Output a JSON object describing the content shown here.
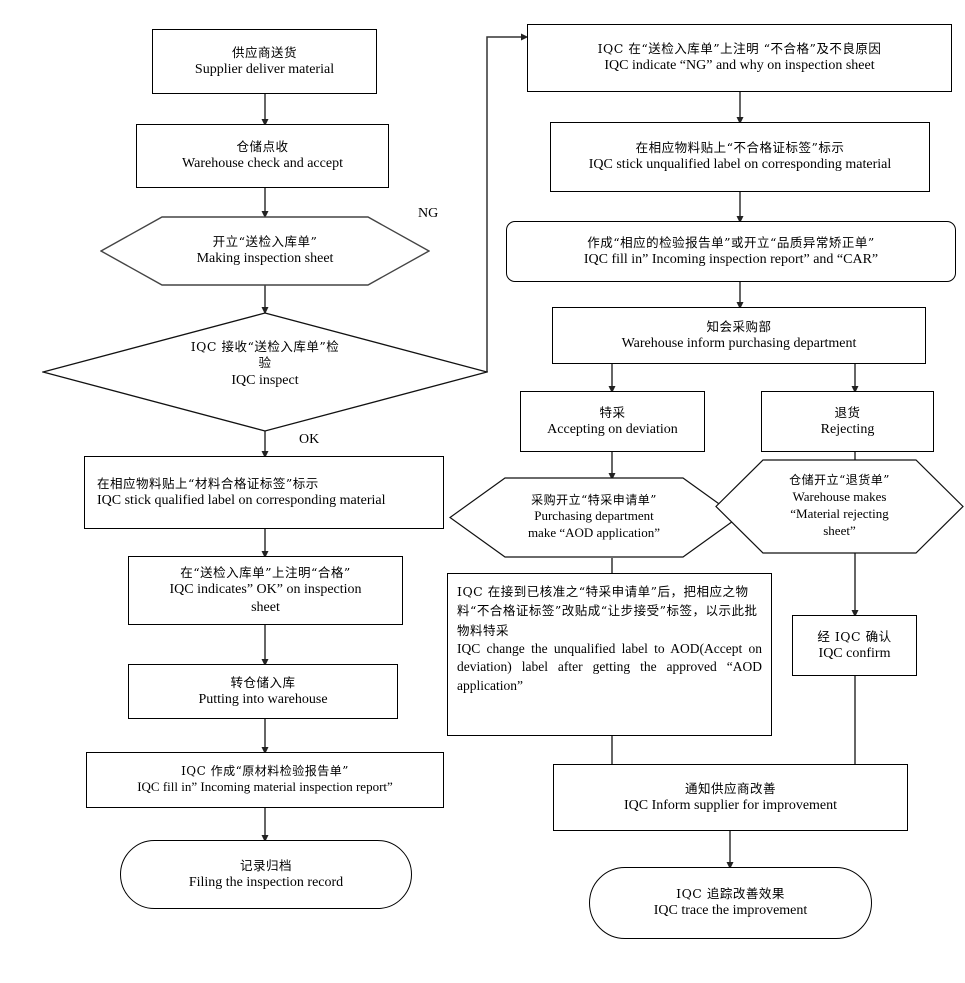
{
  "diagram": {
    "title": "IQC incoming material inspection flowchart",
    "type": "flowchart",
    "background": "#ffffff",
    "line_color": "#000000"
  },
  "edge_labels": {
    "ng": "NG",
    "ok": "OK"
  },
  "nodes": {
    "supplier_deliver": {
      "shape": "rect",
      "cn": "供应商送货",
      "en": "Supplier deliver material"
    },
    "warehouse_check": {
      "shape": "rect",
      "cn": "仓储点收",
      "en": "Warehouse check and accept"
    },
    "making_sheet": {
      "shape": "hexagon",
      "cn": "开立“送检入库单”",
      "en": "Making inspection sheet"
    },
    "iqc_inspect": {
      "shape": "diamond",
      "cn_line1": "IQC 接收“送检入库单”检",
      "cn_line2": "验",
      "en": "IQC inspect"
    },
    "stick_qualified": {
      "shape": "rect",
      "cn": "在相应物料贴上“材料合格证标签”标示",
      "en": "IQC stick qualified label on corresponding material"
    },
    "indicate_ok": {
      "shape": "rect",
      "cn": "在“送检入库单”上注明“合格”",
      "en_line1": "IQC indicates” OK” on inspection",
      "en_line2": "sheet"
    },
    "put_warehouse": {
      "shape": "rect",
      "cn": "转仓储入库",
      "en": "Putting into warehouse"
    },
    "fill_report": {
      "shape": "rect",
      "cn": "IQC 作成“原材料检验报告单”",
      "en": "IQC fill in” Incoming material inspection report”"
    },
    "filing_record": {
      "shape": "stadium",
      "cn": "记录归档",
      "en": "Filing the inspection record"
    },
    "indicate_ng": {
      "shape": "rect",
      "cn": "IQC 在“送检入库单”上注明 “不合格”及不良原因",
      "en": "IQC indicate “NG” and why on inspection sheet"
    },
    "stick_unqualified": {
      "shape": "rect",
      "cn": "在相应物料贴上“不合格证标签”标示",
      "en": "IQC stick unqualified label on corresponding material"
    },
    "fill_car": {
      "shape": "rounded-rect",
      "cn": "作成“相应的检验报告单”或开立“品质异常矫正单”",
      "en": "IQC fill in” Incoming inspection report” and “CAR”"
    },
    "inform_purchasing": {
      "shape": "rect",
      "cn": "知会采购部",
      "en": "Warehouse inform purchasing department"
    },
    "accept_deviation": {
      "shape": "rect",
      "cn": "特采",
      "en": "Accepting on deviation"
    },
    "rejecting": {
      "shape": "rect",
      "cn": "退货",
      "en": "Rejecting"
    },
    "aod_application": {
      "shape": "hexagon",
      "cn": "采购开立“特采申请单”",
      "en_line1": "Purchasing department",
      "en_line2": "make “AOD application”"
    },
    "rejecting_sheet": {
      "shape": "hexagon",
      "cn": "仓储开立“退货单”",
      "en_line1": "Warehouse makes",
      "en_line2": "“Material rejecting",
      "en_line3": "sheet”"
    },
    "change_label": {
      "shape": "rect-paragraph",
      "cn": "IQC 在接到已核准之“特采申请单”后，把相应之物料“不合格证标签”改贴成“让步接受”标签，以示此批物料特采",
      "en": "IQC change the unqualified label to AOD(Accept on deviation) label after getting the approved “AOD application”"
    },
    "iqc_confirm": {
      "shape": "rect",
      "cn": "经 IQC 确认",
      "en": "IQC confirm"
    },
    "inform_supplier": {
      "shape": "rect",
      "cn": "通知供应商改善",
      "en": "IQC Inform supplier for improvement"
    },
    "trace_improvement": {
      "shape": "stadium",
      "cn": "IQC 追踪改善效果",
      "en": "IQC trace the improvement"
    }
  }
}
